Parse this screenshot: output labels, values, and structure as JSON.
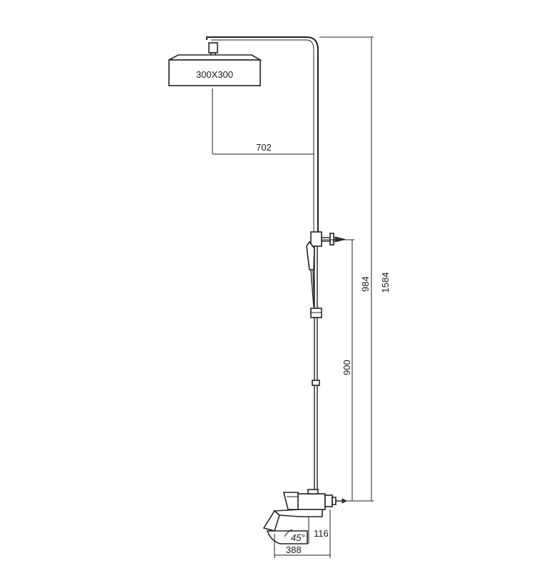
{
  "drawing": {
    "shower_head_size": "300X300",
    "arm_reach": "702",
    "total_height": "1584",
    "upper_outlet_height": "984",
    "holder_height": "900",
    "spout_projection": "388",
    "mixer_offset": "116",
    "spout_angle": "45°"
  },
  "colors": {
    "line": "#222222",
    "background": "#ffffff"
  }
}
